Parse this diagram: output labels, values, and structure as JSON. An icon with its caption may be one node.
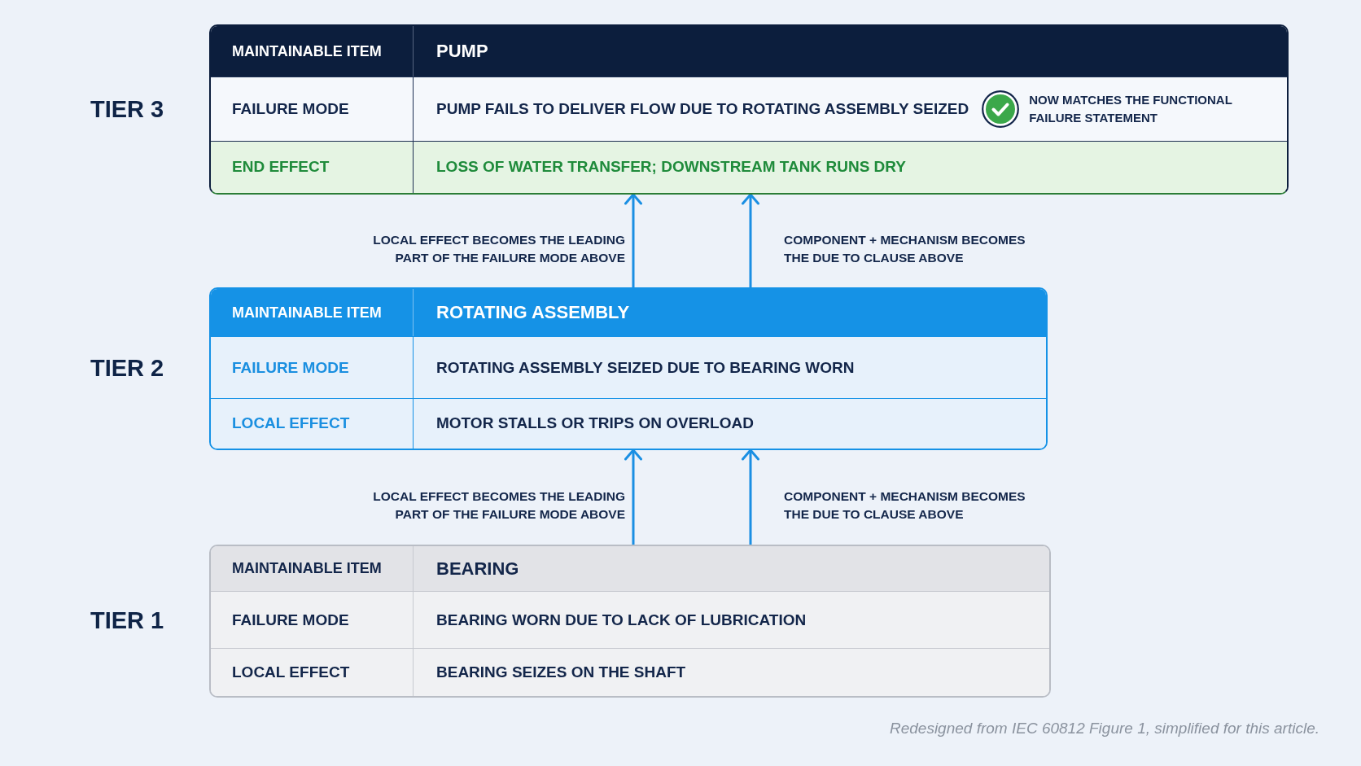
{
  "diagram": {
    "nodes": [
      {
        "text": [
          "TIER 3"
        ]
      },
      {
        "text": [
          "MAINTAINABLE ITEM",
          "PUMP"
        ],
        "in": 0
      },
      {
        "text": [
          "FAILURE MODE",
          "PUMP FAILS TO DELIVER FLOW DUE TO ROTATING ASSEMBLY SEIZED",
          "NOW MATCHES THE FUNCTIONAL FAILURE STATEMENT"
        ],
        "in": 0
      },
      {
        "text": [
          "END EFFECT",
          "LOSS OF WATER TRANSFER; DOWNSTREAM TANK RUNS DRY"
        ],
        "in": 0
      },
      {
        "text": [
          "TIER 2"
        ]
      },
      {
        "text": [
          "MAINTAINABLE ITEM",
          "ROTATING ASSEMBLY"
        ],
        "in": 4
      },
      {
        "text": [
          "FAILURE MODE",
          "ROTATING ASSEMBLY SEIZED DUE TO BEARING WORN"
        ],
        "in": 4
      },
      {
        "text": [
          "LOCAL EFFECT",
          "MOTOR STALLS OR TRIPS ON OVERLOAD"
        ],
        "in": 4
      },
      {
        "text": [
          "TIER 1"
        ]
      },
      {
        "text": [
          "MAINTAINABLE ITEM",
          "BEARING"
        ],
        "in": 8
      },
      {
        "text": [
          "FAILURE MODE",
          "BEARING WORN DUE TO LACK OF LUBRICATION"
        ],
        "in": 8
      },
      {
        "text": [
          "LOCAL EFFECT",
          "BEARING SEIZES ON THE SHAFT"
        ],
        "in": 8
      }
    ],
    "edges": [
      {
        "from": 4,
        "to": 0,
        "arrow": "to",
        "label": "LOCAL EFFECT BECOMES THE LEADING PART OF THE FAILURE MODE ABOVE"
      },
      {
        "from": 4,
        "to": 0,
        "arrow": "to",
        "label": "COMPONENT + MECHANISM BECOMES THE DUE TO CLAUSE ABOVE"
      },
      {
        "from": 8,
        "to": 4,
        "arrow": "to",
        "label": "LOCAL EFFECT BECOMES THE LEADING PART OF THE FAILURE MODE ABOVE"
      },
      {
        "from": 8,
        "to": 4,
        "arrow": "to",
        "label": "COMPONENT + MECHANISM BECOMES THE DUE TO CLAUSE ABOVE"
      }
    ],
    "caption": "Redesigned from IEC 60812 Figure 1, simplified for this article."
  }
}
